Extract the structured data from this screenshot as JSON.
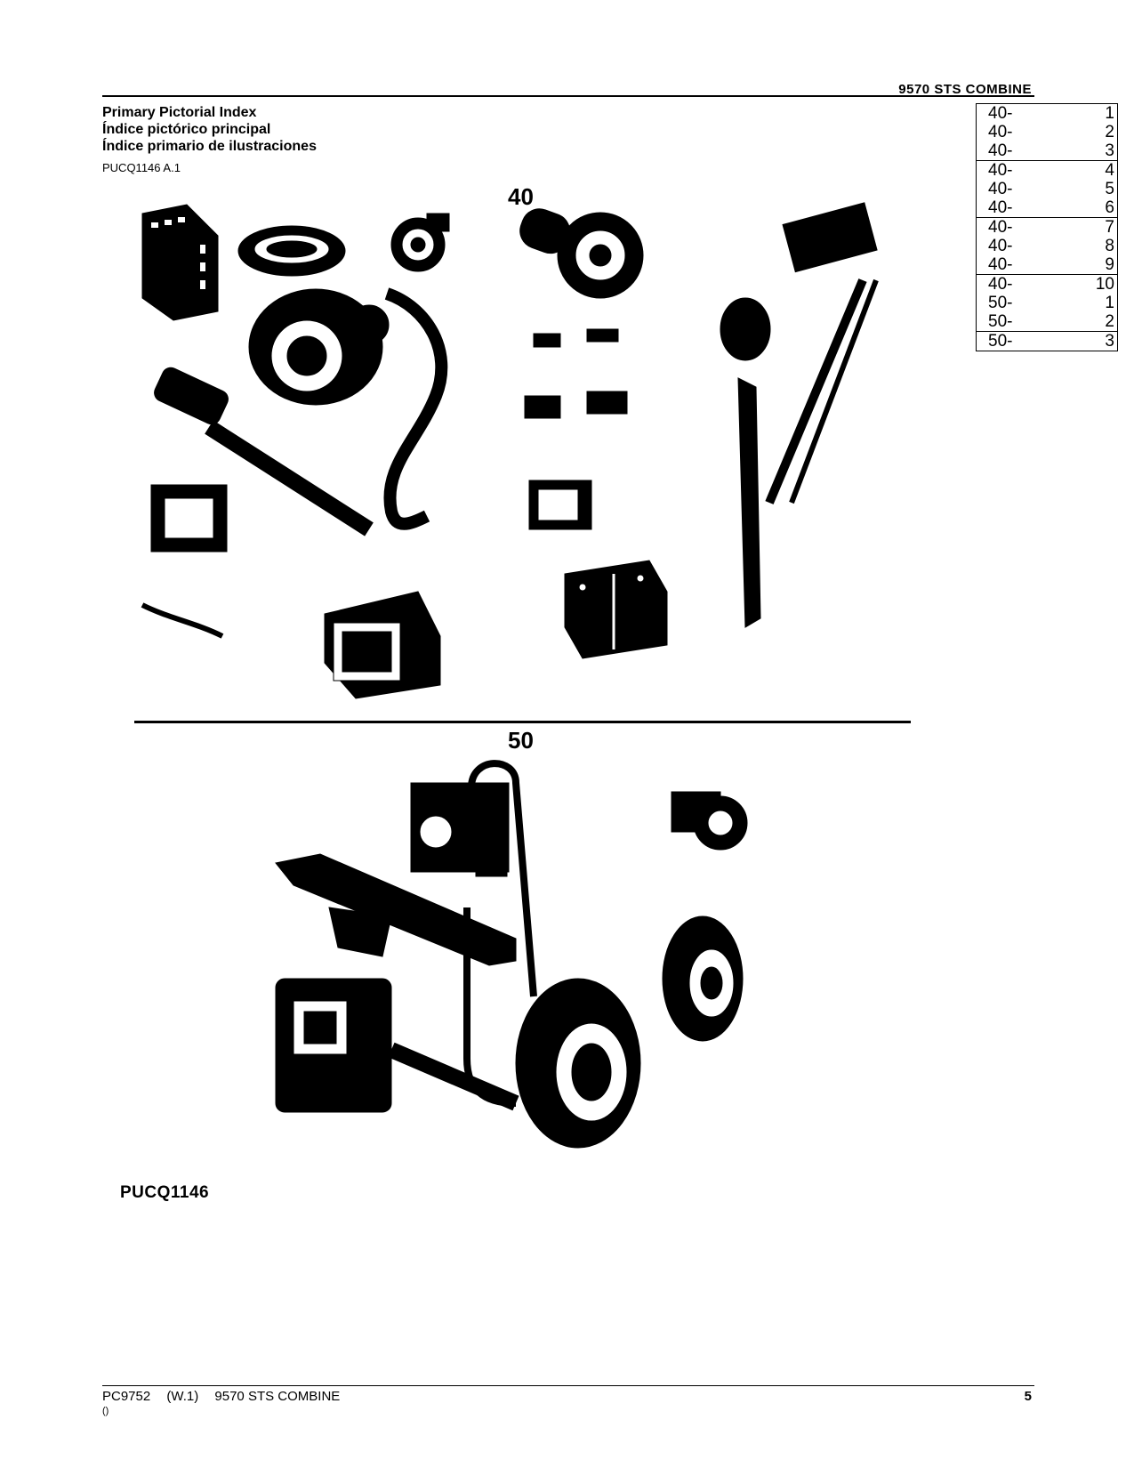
{
  "header": {
    "model": "9570 STS COMBINE"
  },
  "titles": {
    "english": "Primary Pictorial Index",
    "portuguese": "Índice pictórico principal",
    "spanish": "Índice primario de ilustraciones"
  },
  "doc_ref": "PUCQ1146 A.1",
  "sections": {
    "top_label": "40",
    "bottom_label": "50"
  },
  "figure_label": "PUCQ1146",
  "index_groups": [
    [
      {
        "section": "40-",
        "page": "1"
      },
      {
        "section": "40-",
        "page": "2"
      },
      {
        "section": "40-",
        "page": "3"
      }
    ],
    [
      {
        "section": "40-",
        "page": "4"
      },
      {
        "section": "40-",
        "page": "5"
      },
      {
        "section": "40-",
        "page": "6"
      }
    ],
    [
      {
        "section": "40-",
        "page": "7"
      },
      {
        "section": "40-",
        "page": "8"
      },
      {
        "section": "40-",
        "page": "9"
      }
    ],
    [
      {
        "section": "40-",
        "page": "10"
      },
      {
        "section": "50-",
        "page": "1"
      },
      {
        "section": "50-",
        "page": "2"
      }
    ],
    [
      {
        "section": "50-",
        "page": "3"
      }
    ]
  ],
  "footer": {
    "doc": "PC9752",
    "version": "(W.1)",
    "model": "9570 STS COMBINE",
    "page": "5",
    "paren": "()"
  }
}
